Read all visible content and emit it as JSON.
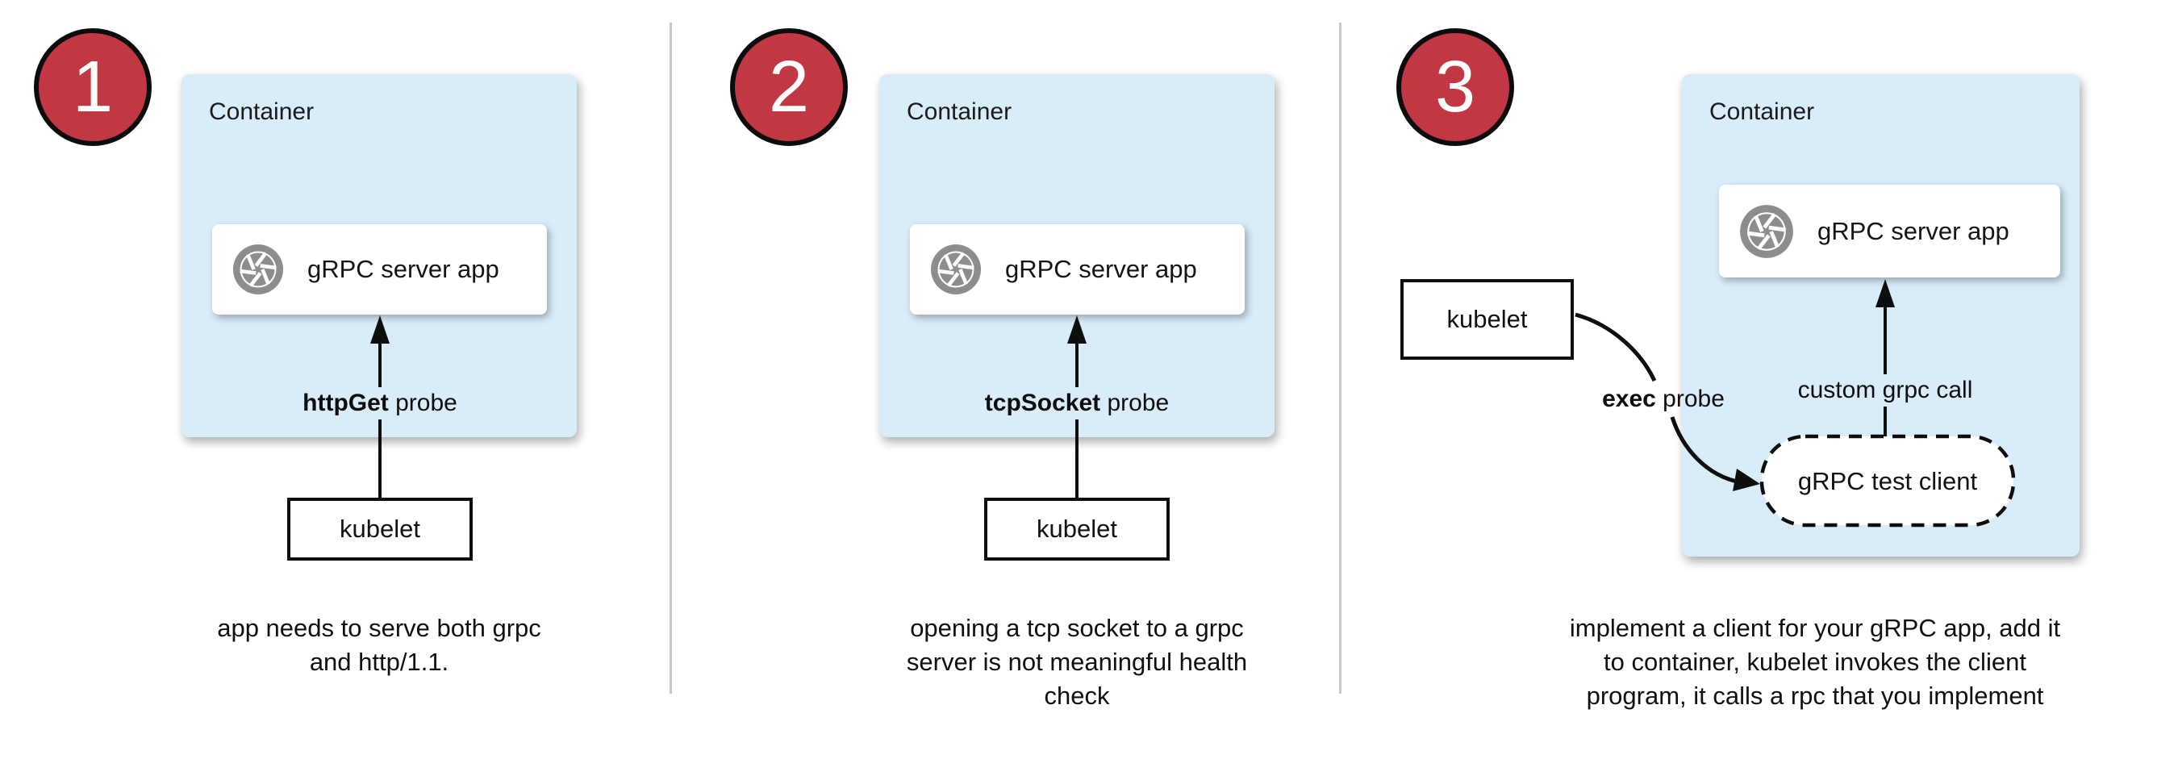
{
  "colors": {
    "container_fill": "#d9ecf9",
    "badge_red": "#c23744",
    "icon_gray": "#8d8d8d",
    "line_ink": "#0e0e0e",
    "divider_gray": "#c7c7c7"
  },
  "icons": {
    "app_icon": "aperture-shutter-icon"
  },
  "panels": [
    {
      "badge": "1",
      "container_label": "Container",
      "app_label": "gRPC server app",
      "probe_keyword": "httpGet",
      "probe_suffix": " probe",
      "kubelet_label": "kubelet",
      "caption": "app needs to serve both grpc\nand http/1.1."
    },
    {
      "badge": "2",
      "container_label": "Container",
      "app_label": "gRPC server app",
      "probe_keyword": "tcpSocket",
      "probe_suffix": " probe",
      "kubelet_label": "kubelet",
      "caption": "opening a tcp socket to a grpc\nserver is not meaningful health\ncheck"
    },
    {
      "badge": "3",
      "container_label": "Container",
      "app_label": "gRPC server app",
      "probe_keyword": "exec",
      "probe_suffix": " probe",
      "kubelet_label": "kubelet",
      "call_label": "custom grpc call",
      "client_label": "gRPC test client",
      "caption": "implement a client for your gRPC app, add it\nto container, kubelet invokes the client\nprogram, it calls a rpc that you implement"
    }
  ]
}
